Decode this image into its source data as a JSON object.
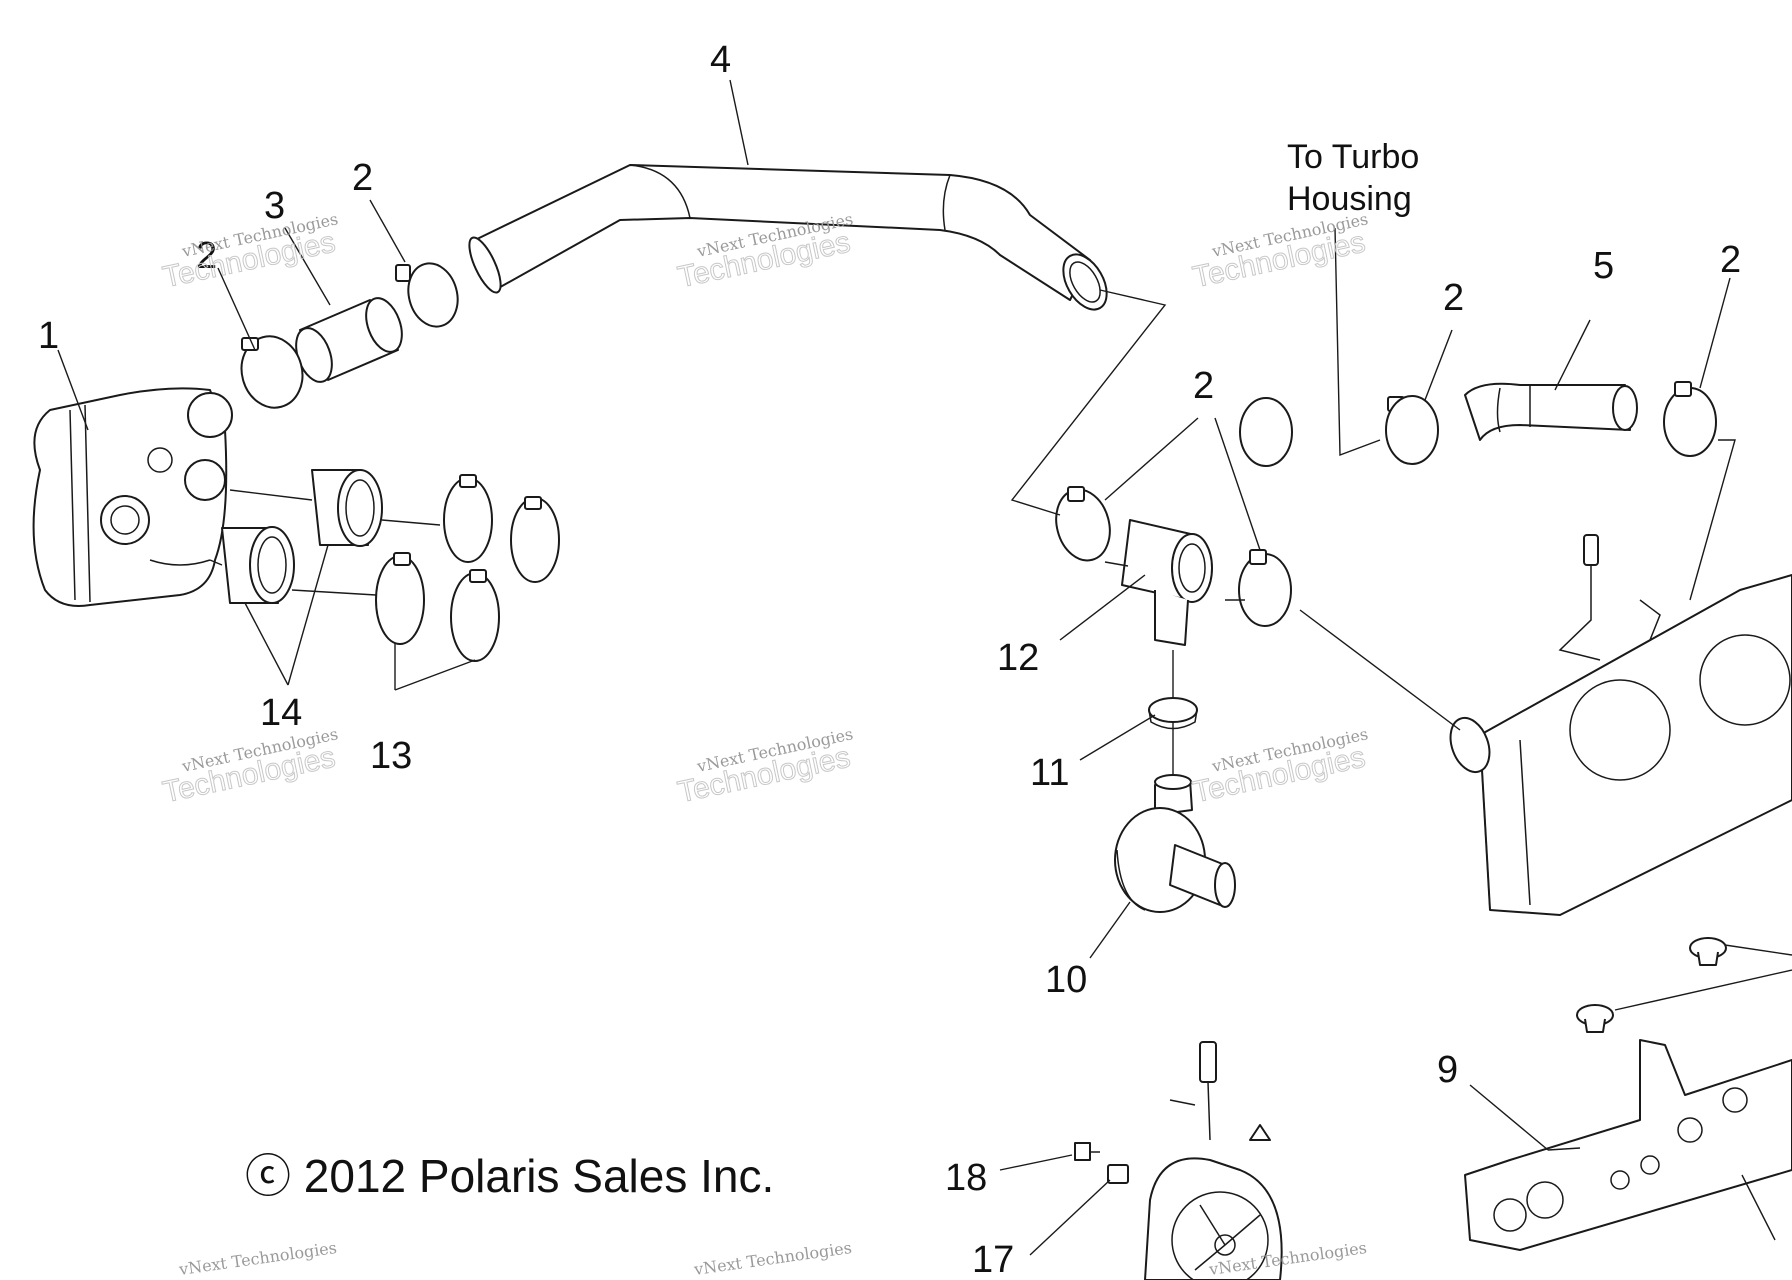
{
  "callouts": {
    "c1": "1",
    "c2a": "2",
    "c2b": "2",
    "c2c": "2",
    "c2d": "2",
    "c2e": "2",
    "c3": "3",
    "c4": "4",
    "c5": "5",
    "c9": "9",
    "c10": "10",
    "c11": "11",
    "c12": "12",
    "c13": "13",
    "c14": "14",
    "c17": "17",
    "c18": "18"
  },
  "notes": {
    "turbo_line1": "To Turbo",
    "turbo_line2": "Housing"
  },
  "copyright": "ⓒ 2012 Polaris Sales Inc.",
  "watermark": {
    "line1": "vNext Technologies",
    "line2": "Technologies",
    "script": "vNext"
  }
}
